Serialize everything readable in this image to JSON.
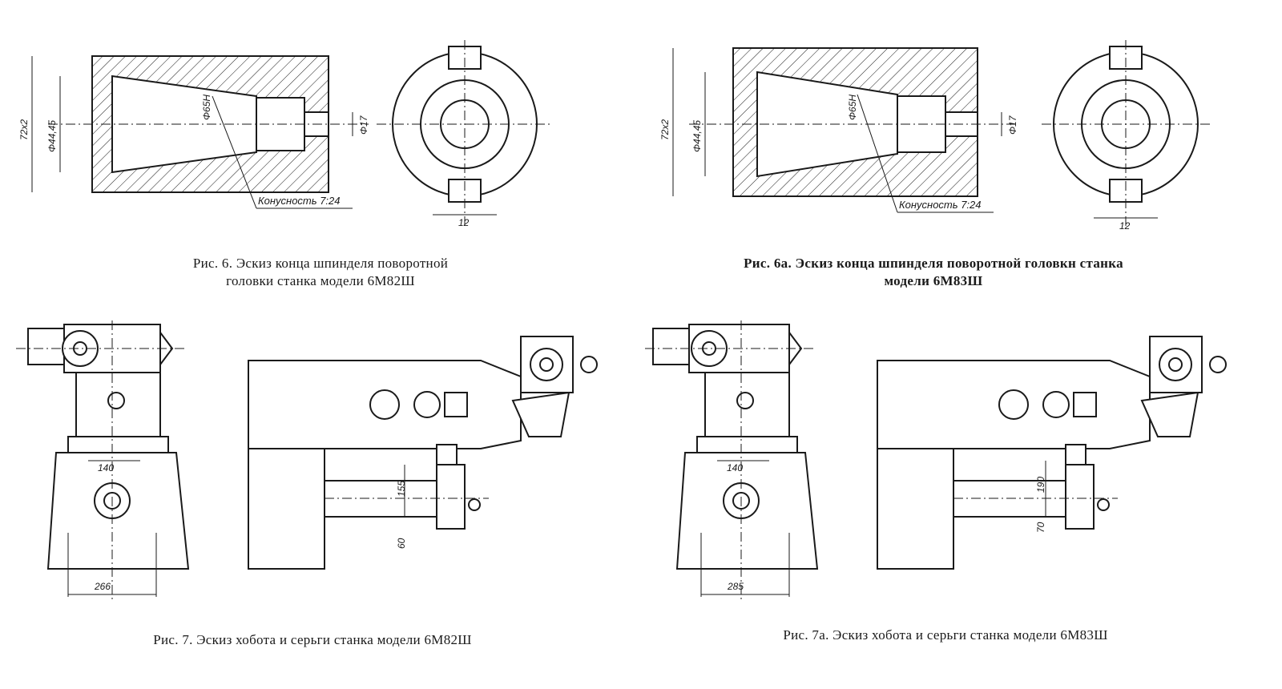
{
  "fig6": {
    "caption_line1": "Рис. 6. Эскиз конца шпинделя поворотной",
    "caption_line2": "головки станка модели 6М82Ш",
    "dim_72": "72x2",
    "dim_d44": "Φ44,45",
    "dim_d65": "Φ65Н",
    "dim_d17": "Φ17",
    "taper": "Конусность 7:24",
    "dim_12": "12"
  },
  "fig6a": {
    "caption_line1": "Рис. 6а. Эскиз конца шпинделя поворотной головкн станка",
    "caption_line2": "модели 6М83Ш",
    "dim_72": "72x2",
    "dim_d44": "Φ44,45",
    "dim_d65": "Φ65Н",
    "dim_d17": "Φ17",
    "taper": "Конусность 7:24",
    "dim_12": "12"
  },
  "fig7": {
    "caption": "Рис. 7. Эскиз хобота и серьги станка модели 6М82Ш",
    "dim_140": "140",
    "dim_266": "266",
    "dim_155": "155",
    "dim_60": "60"
  },
  "fig7a": {
    "caption": "Рис. 7а. Эскиз хобота и серьги станка модели 6М83Ш",
    "dim_140": "140",
    "dim_285": "285",
    "dim_190": "190",
    "dim_70": "70"
  }
}
